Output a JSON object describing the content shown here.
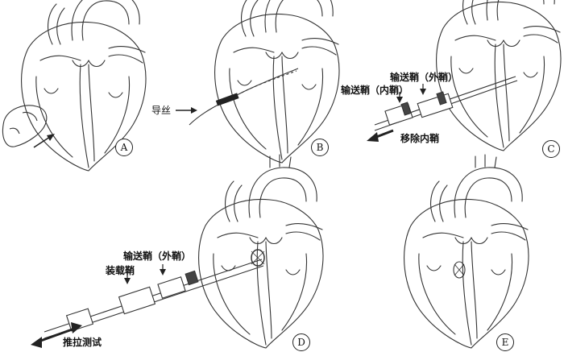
{
  "panels": [
    {
      "letter": "A"
    },
    {
      "letter": "B",
      "labels": {
        "guidewire": "导丝"
      }
    },
    {
      "letter": "C",
      "labels": {
        "outer_sheath": "输送鞘（外鞘）",
        "inner_sheath": "输送鞘（内鞘）",
        "remove_inner": "移除内鞘"
      }
    },
    {
      "letter": "D",
      "labels": {
        "outer_sheath": "输送鞘（外鞘）",
        "loading_sheath": "装载鞘",
        "push_pull": "推拉测试"
      }
    },
    {
      "letter": "E"
    }
  ],
  "colors": {
    "line": "#333333",
    "text": "#111111"
  }
}
